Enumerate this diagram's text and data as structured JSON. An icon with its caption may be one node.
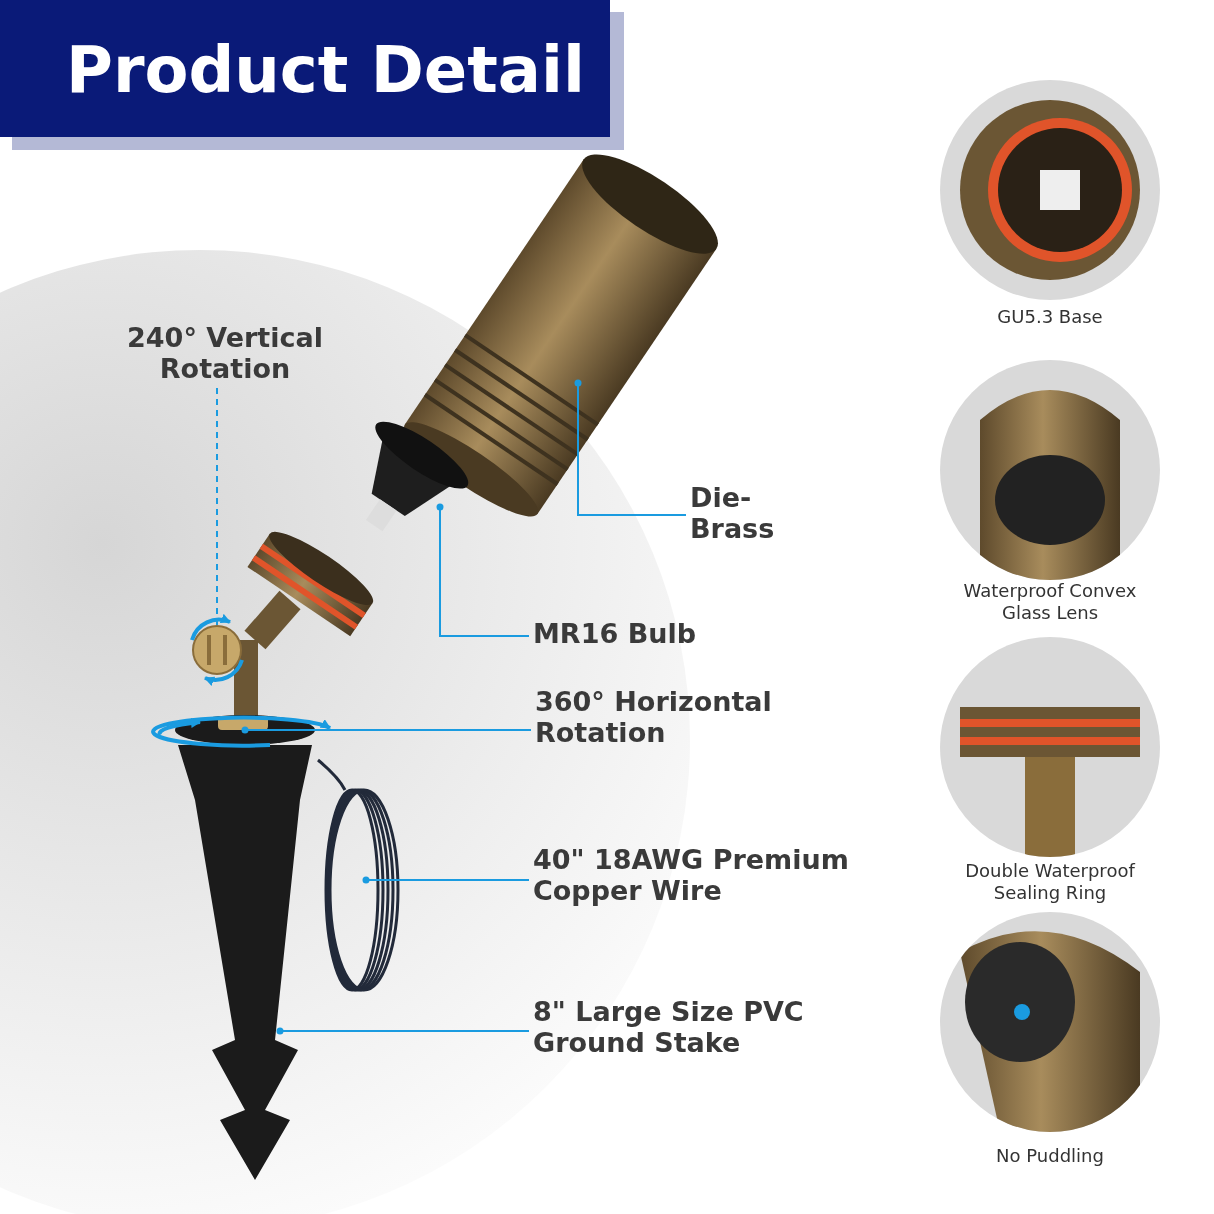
{
  "diagram": {
    "title": "Product Detail",
    "nodes": [
      {
        "text": [
          "240° Vertical Rotation"
        ]
      },
      {
        "text": [],
        "shape": "circle"
      },
      {
        "text": [
          "Die- Brass"
        ]
      },
      {
        "text": [],
        "shape": "picture"
      },
      {
        "text": [
          "MR16 Bulb"
        ]
      },
      {
        "text": [],
        "shape": "picture"
      },
      {
        "text": [
          "360° Horizontal Rotation"
        ]
      },
      {
        "text": [],
        "shape": "picture"
      },
      {
        "text": [
          "40\" 18AWG Premium Copper Wire"
        ]
      },
      {
        "text": [],
        "shape": "picture"
      },
      {
        "text": [
          "8\" Large Size PVC Ground Stake"
        ]
      },
      {
        "text": [],
        "shape": "picture"
      },
      {
        "text": [],
        "shape": "picture",
        "beside": [
          "GU5.3 Base"
        ]
      },
      {
        "text": [],
        "shape": "picture",
        "beside": [
          "Waterproof Convex Glass Lens"
        ]
      },
      {
        "text": [],
        "shape": "picture",
        "beside": [
          "Double Waterproof Sealing Ring"
        ]
      },
      {
        "text": [],
        "shape": "picture",
        "beside": [
          "No Puddling"
        ]
      }
    ],
    "edges": [
      {
        "from": 0,
        "to": 1,
        "arrow": "none",
        "style": "dashed"
      },
      {
        "from": 2,
        "to": 3,
        "arrow": "other"
      },
      {
        "from": 4,
        "to": 5,
        "arrow": "other"
      },
      {
        "from": 6,
        "to": 7,
        "arrow": "other"
      },
      {
        "from": 8,
        "to": 9,
        "arrow": "other"
      },
      {
        "from": 10,
        "to": 11,
        "arrow": "other"
      }
    ]
  }
}
